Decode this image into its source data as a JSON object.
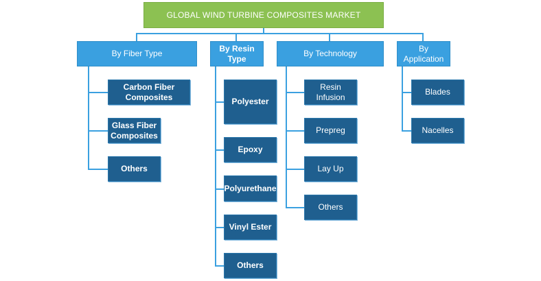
{
  "title": "GLOBAL WIND TURBINE COMPOSITES MARKET",
  "colors": {
    "root": "#8cc152",
    "category": "#3aa0e0",
    "leaf": "#1f5f8f",
    "connector": "#3aa0e0"
  },
  "categories": [
    {
      "label": "By Fiber Type",
      "items": [
        "Carbon Fiber Composites",
        "Glass Fiber Composites",
        "Others"
      ]
    },
    {
      "label": "By Resin Type",
      "items": [
        "Polyester",
        "Epoxy",
        "Polyurethane",
        "Vinyl Ester",
        "Others"
      ]
    },
    {
      "label": "By Technology",
      "items": [
        "Resin Infusion",
        "Prepreg",
        "Lay Up",
        "Others"
      ]
    },
    {
      "label": "By Application",
      "items": [
        "Blades",
        "Nacelles"
      ]
    }
  ]
}
